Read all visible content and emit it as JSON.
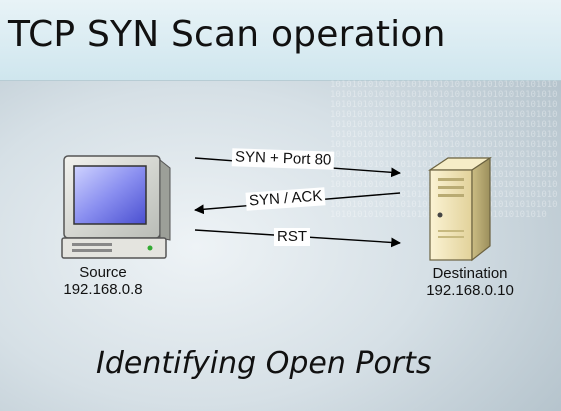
{
  "title": "TCP SYN Scan operation",
  "source": {
    "name": "Source",
    "ip": "192.168.0.8"
  },
  "destination": {
    "name": "Destination",
    "ip": "192.168.0.10"
  },
  "messages": [
    {
      "label": "SYN + Port 80",
      "direction": "source-to-destination"
    },
    {
      "label": "SYN / ACK",
      "direction": "destination-to-source"
    },
    {
      "label": "RST",
      "direction": "source-to-destination"
    }
  ],
  "subtitle": "Identifying Open Ports",
  "icons": [
    "desktop-computer-icon",
    "server-tower-icon"
  ],
  "colors": {
    "title_bar": "#d8ecf2",
    "background": "#c9d5dc",
    "arrow": "#000000"
  }
}
